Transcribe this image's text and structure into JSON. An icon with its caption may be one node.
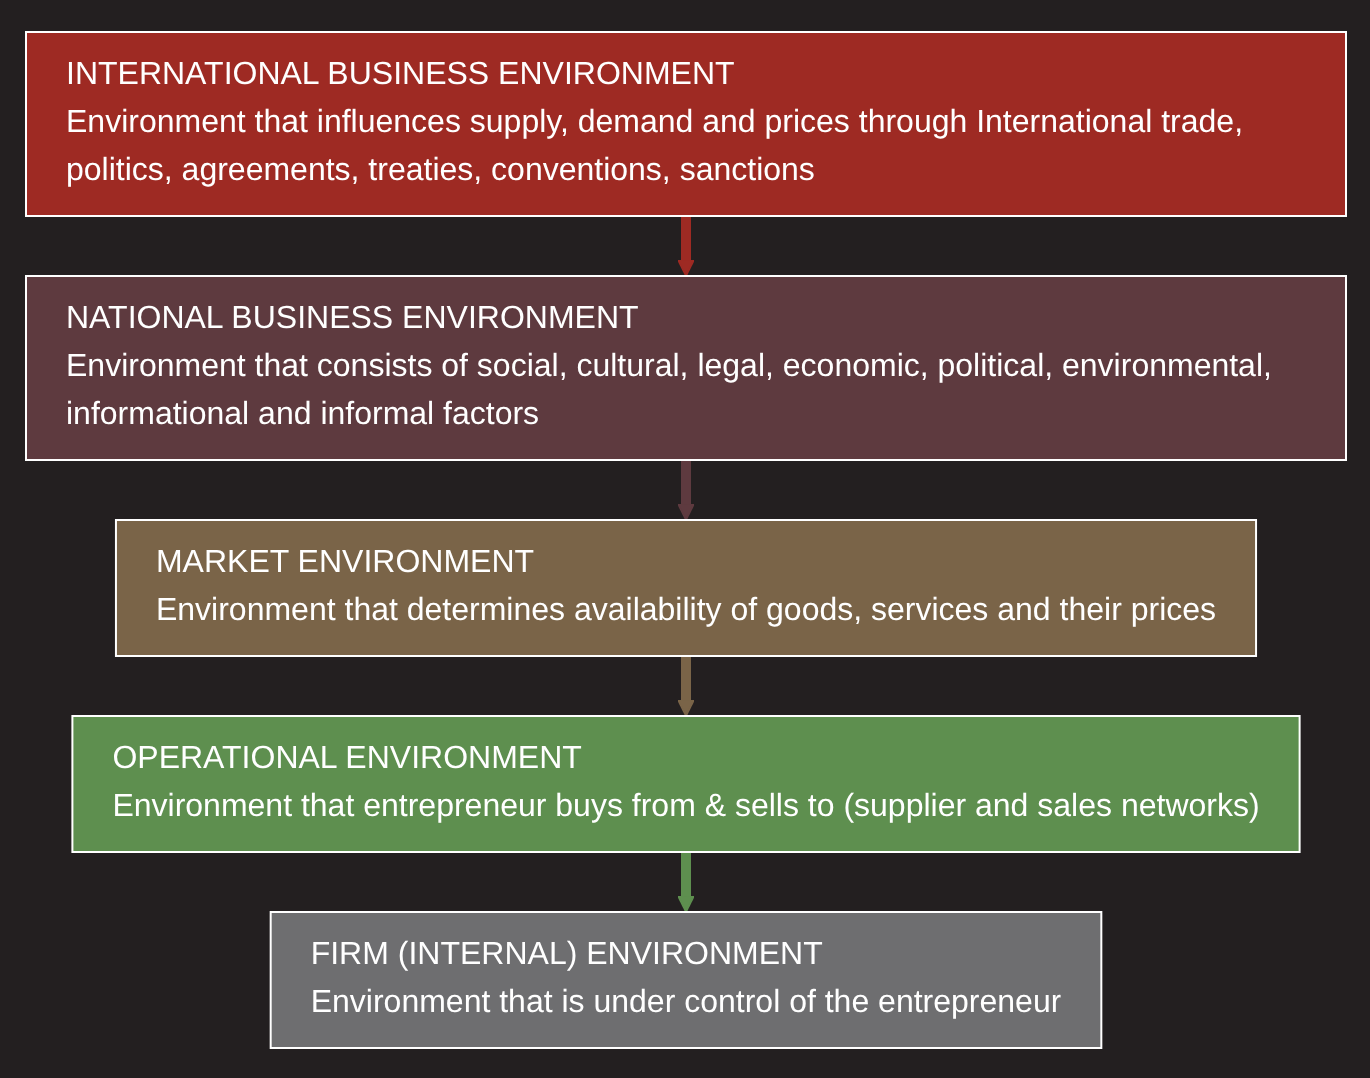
{
  "diagram": {
    "nodes": [
      {
        "text": [
          "INTERNATIONAL BUSINESS ENVIRONMENT",
          "Environment that influences supply, demand and prices through International trade, politics, agreements, treaties, conventions, sanctions"
        ]
      },
      {
        "text": [
          "NATIONAL BUSINESS ENVIRONMENT",
          "Environment that consists of social, cultural, legal, economic, political, environmental, informational and informal factors"
        ]
      },
      {
        "text": [
          "MARKET ENVIRONMENT",
          "Environment that determines availability of goods, services and their prices"
        ]
      },
      {
        "text": [
          "OPERATIONAL ENVIRONMENT",
          "Environment that entrepreneur buys from & sells to (supplier and sales networks)"
        ]
      },
      {
        "text": [
          "FIRM (INTERNAL) ENVIRONMENT",
          "Environment that is under control of the entrepreneur"
        ]
      }
    ],
    "edges": [
      {
        "from": 0,
        "to": 1,
        "arrow": "to",
        "color": "#9e2a23"
      },
      {
        "from": 1,
        "to": 2,
        "arrow": "to",
        "color": "#5e3a3f"
      },
      {
        "from": 2,
        "to": 3,
        "arrow": "to",
        "color": "#7a6448"
      },
      {
        "from": 3,
        "to": 4,
        "arrow": "to",
        "color": "#5e8f4f"
      }
    ]
  }
}
